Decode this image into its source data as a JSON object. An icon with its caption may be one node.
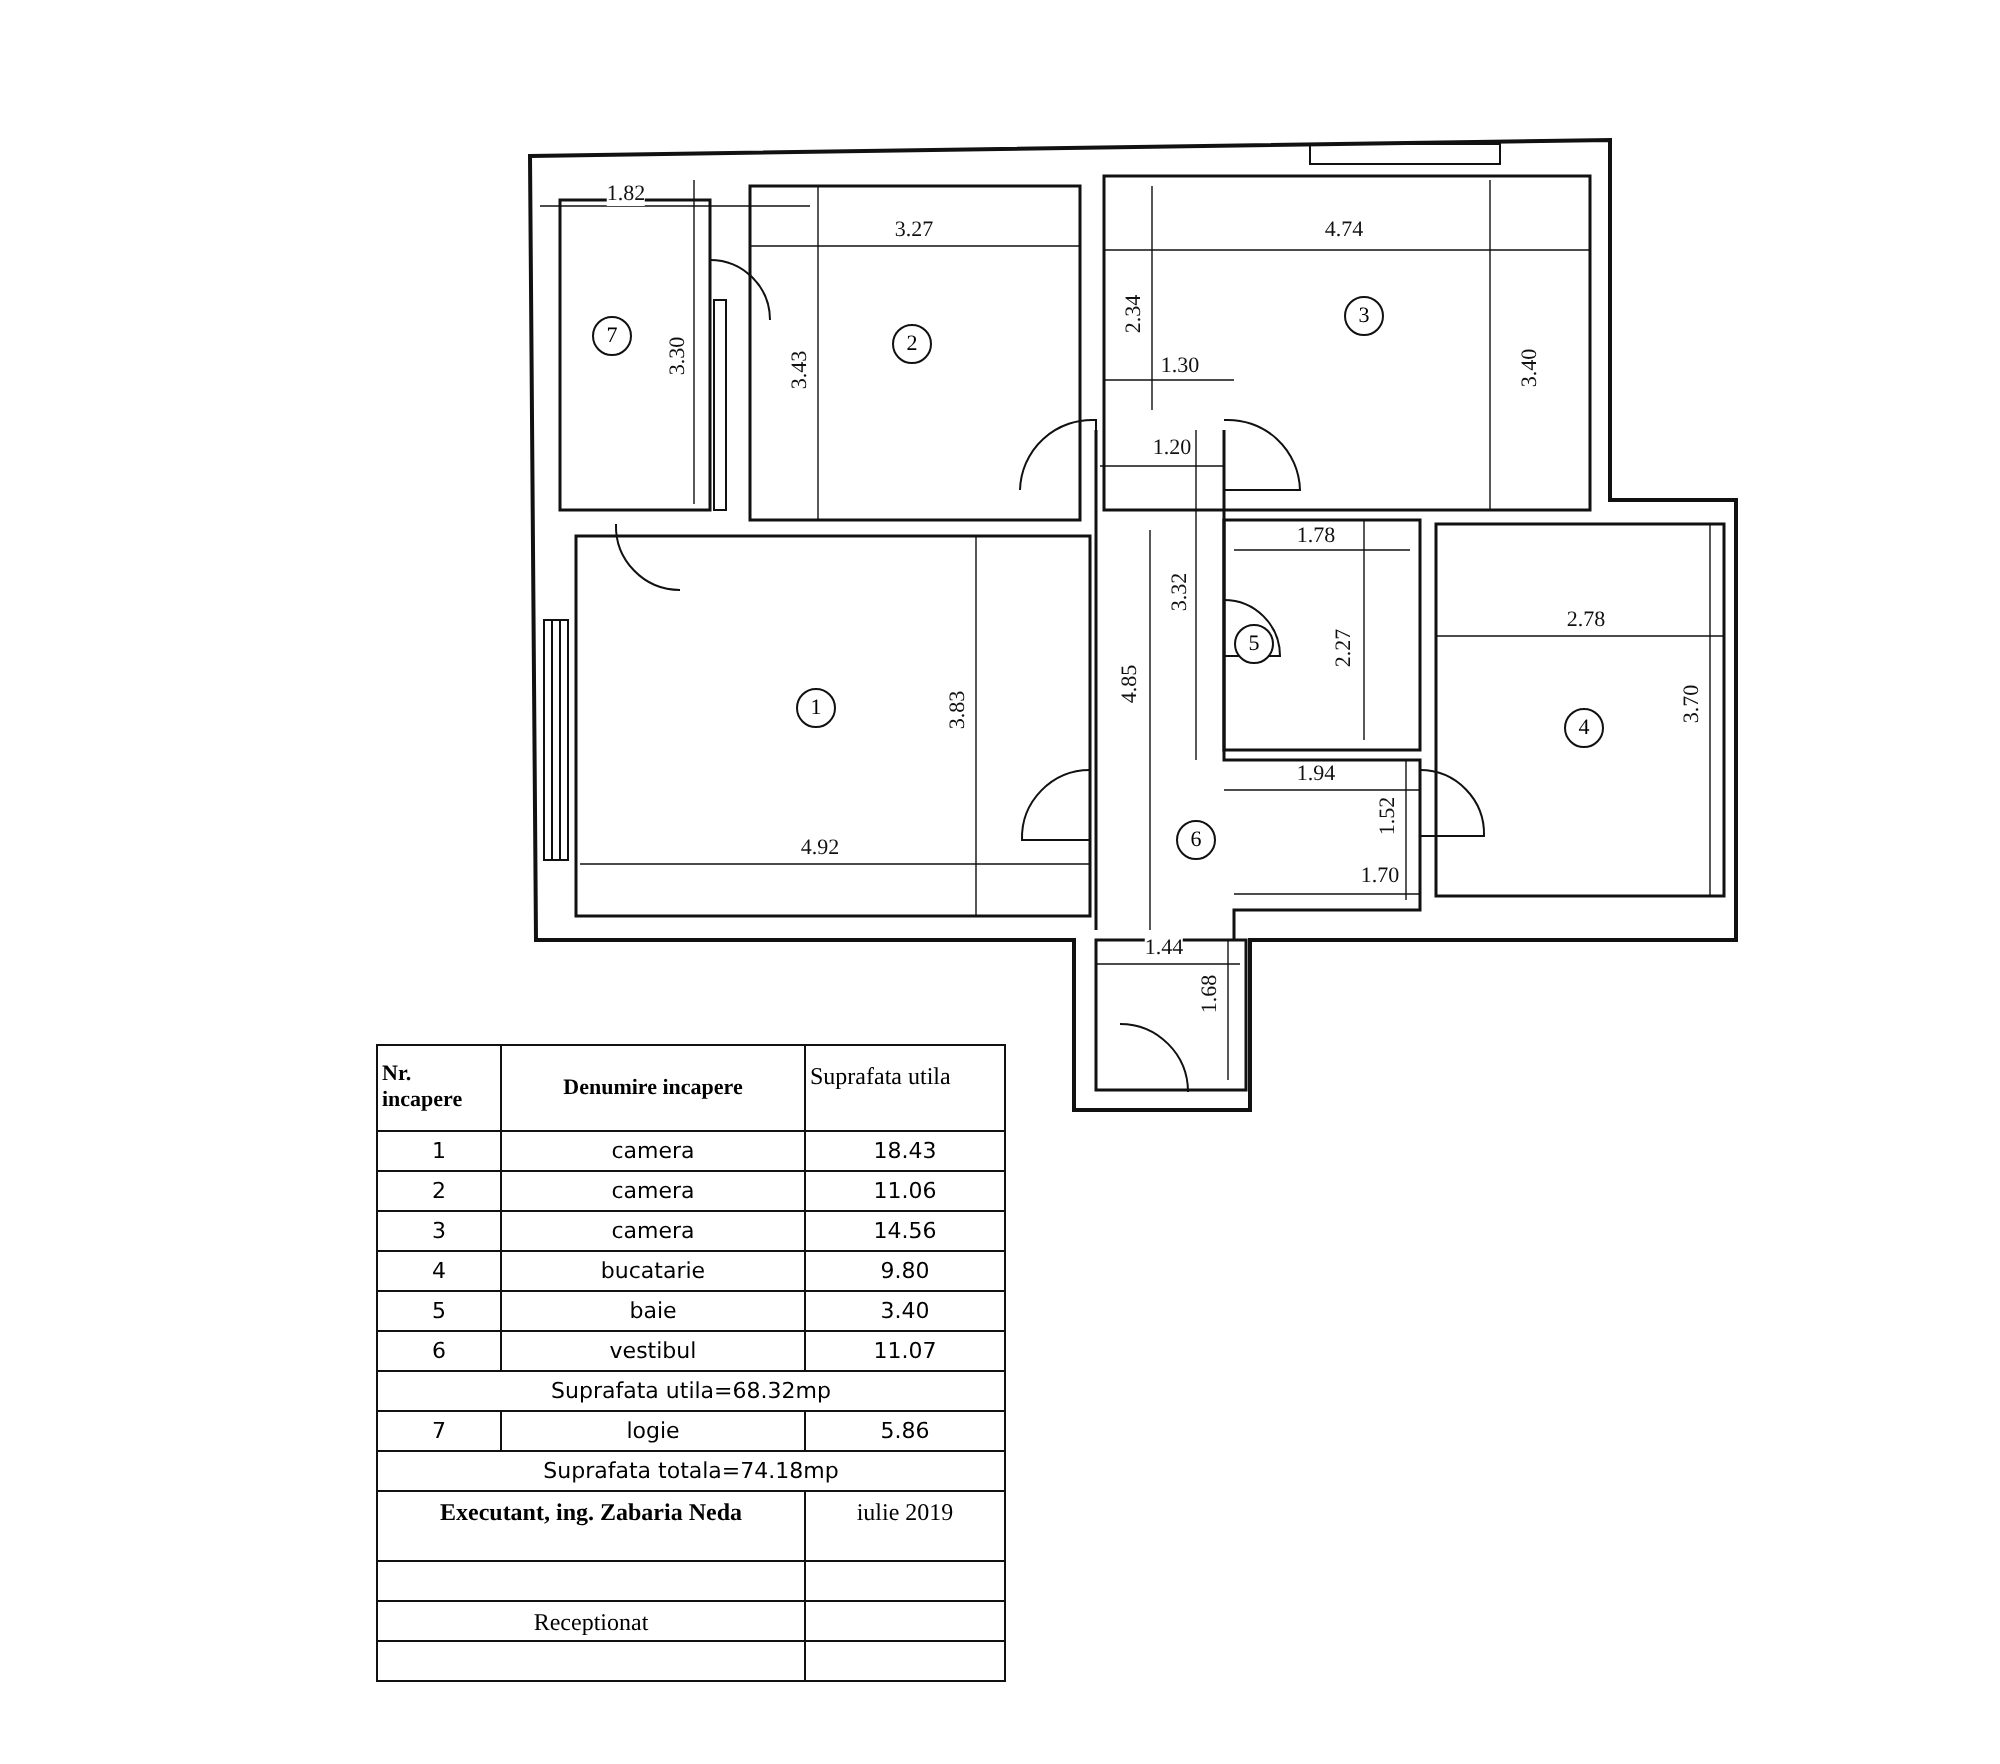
{
  "diagram": {
    "nodes": [
      {
        "text": [
          "1"
        ]
      },
      {
        "text": [
          "2"
        ]
      },
      {
        "text": [
          "3"
        ]
      },
      {
        "text": [
          "4"
        ]
      },
      {
        "text": [
          "5"
        ]
      },
      {
        "text": [
          "6"
        ]
      },
      {
        "text": [
          "7"
        ]
      }
    ],
    "labels": [
      "1.82",
      "3.27",
      "4.74",
      "3.30",
      "3.43",
      "2.34",
      "3.40",
      "1.30",
      "1.20",
      "1.78",
      "3.32",
      "2.27",
      "2.78",
      "4.85",
      "3.83",
      "3.70",
      "1.94",
      "1.52",
      "4.92",
      "1.70",
      "1.44",
      "1.68",
      "Nr. incapere",
      "Denumire incapere",
      "Suprafata utila",
      "1",
      "camera",
      "18.43",
      "2",
      "camera",
      "11.06",
      "3",
      "camera",
      "14.56",
      "4",
      "bucatarie",
      "9.80",
      "5",
      "baie",
      "3.40",
      "6",
      "vestibul",
      "11.07",
      "Suprafata utila=68.32mp",
      "7",
      "logie",
      "5.86",
      "Suprafata totala=74.18mp",
      "Executant, ing. Zabaria Neda",
      "iulie 2019",
      "Receptionat"
    ]
  }
}
